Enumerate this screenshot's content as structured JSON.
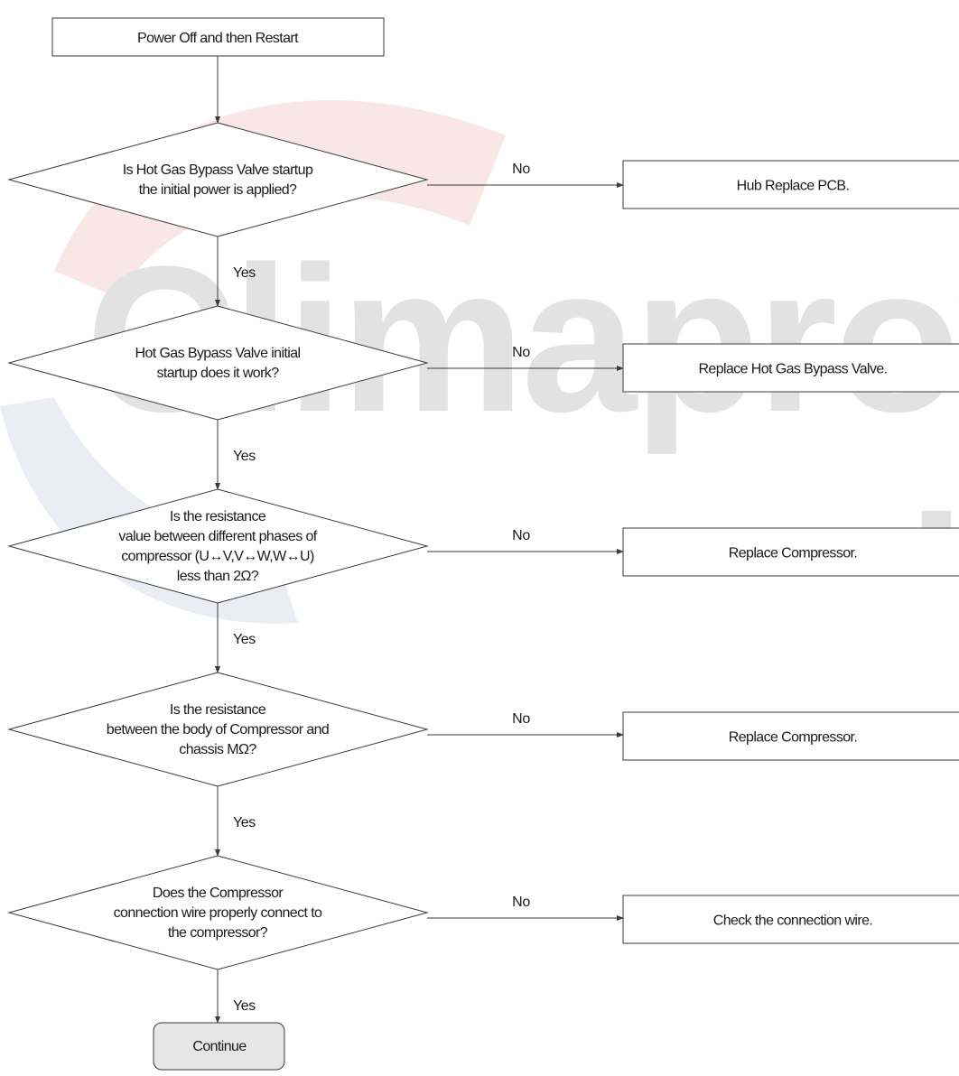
{
  "colors": {
    "line": "#3a3a3a",
    "text": "#1a1a1a",
    "terminal_fill": "#e6e6e6",
    "watermark_text": "#e2e2e2",
    "watermark_red": "#f1c9c9",
    "watermark_blue": "#d7dbeb"
  },
  "watermark": {
    "text": "Climaproyect",
    "dot": "."
  },
  "flow": {
    "start": "Power Off and then Restart",
    "decisions": [
      {
        "lines": [
          "Is Hot Gas Bypass Valve startup",
          "the initial power is applied?"
        ],
        "no_label": "No",
        "no_action": "Hub Replace PCB.",
        "yes_label": "Yes"
      },
      {
        "lines": [
          "Hot Gas Bypass Valve initial",
          "startup does it work?"
        ],
        "no_label": "No",
        "no_action": "Replace Hot Gas Bypass Valve.",
        "yes_label": "Yes"
      },
      {
        "lines": [
          "Is the resistance",
          "value between different phases of",
          "compressor (U↔V,V↔W,W↔U)",
          "less than 2Ω?"
        ],
        "no_label": "No",
        "no_action": "Replace Compressor.",
        "yes_label": "Yes"
      },
      {
        "lines": [
          "Is the resistance",
          "between the body of Compressor and",
          "chassis MΩ?"
        ],
        "no_label": "No",
        "no_action": "Replace Compressor.",
        "yes_label": "Yes"
      },
      {
        "lines": [
          "Does the Compressor",
          "connection wire properly connect to",
          "the compressor?"
        ],
        "no_label": "No",
        "no_action": "Check the connection wire.",
        "yes_label": "Yes"
      }
    ],
    "end": "Continue"
  }
}
